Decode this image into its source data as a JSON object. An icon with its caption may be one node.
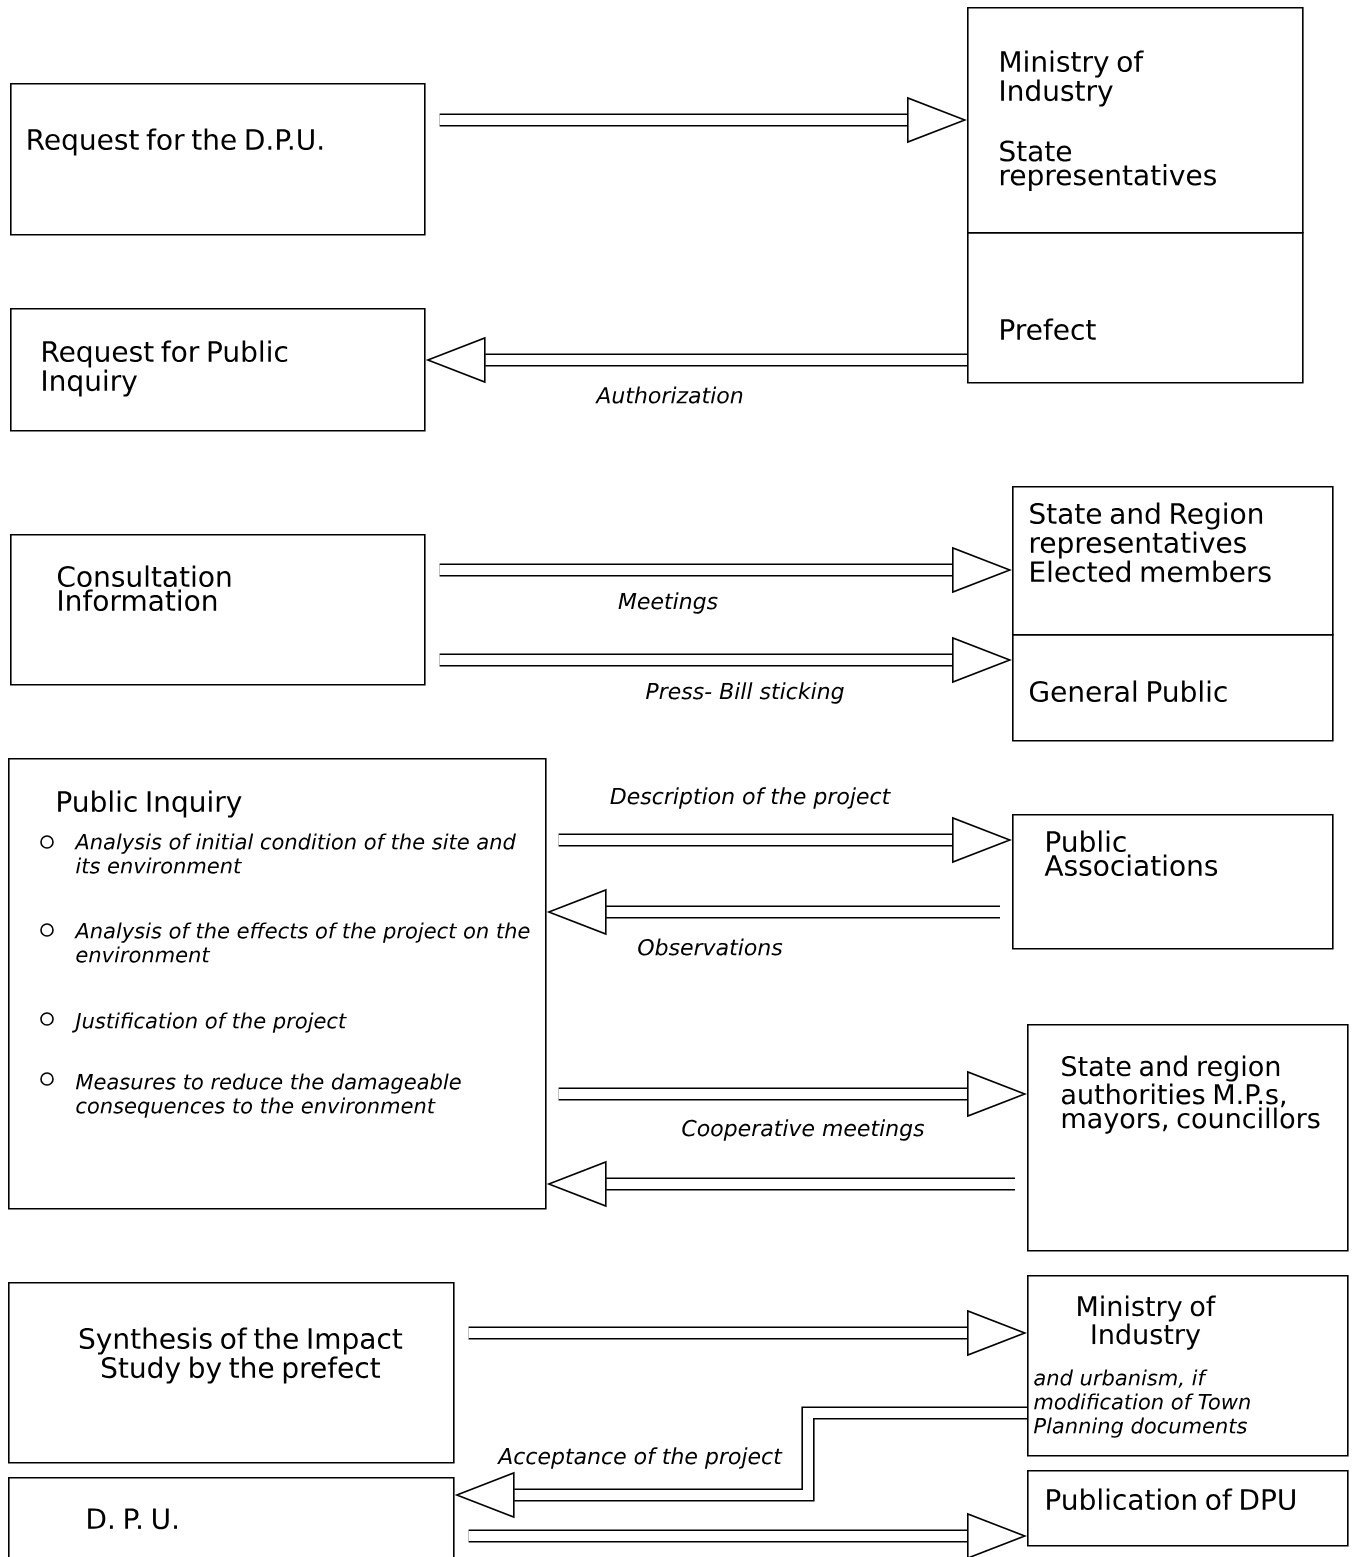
{
  "diagram": {
    "nodes": [
      {
        "text": [
          "Request for the D.P.U."
        ]
      },
      {
        "text": [
          "Ministry of Industry",
          "State representatives"
        ]
      },
      {
        "text": [
          "Prefect"
        ]
      },
      {
        "text": [
          "Request for Public Inquiry"
        ]
      },
      {
        "text": [
          "Consultation Information"
        ]
      },
      {
        "text": [
          "State and Region representatives Elected members"
        ]
      },
      {
        "text": [
          "General Public"
        ]
      },
      {
        "text": [
          "Public Inquiry",
          "Analysis of initial condition of the site and its environment",
          "Analysis of the effects of the project on the environment",
          "Justification of the project",
          "Measures to reduce the damageable consequences to the environment"
        ]
      },
      {
        "text": [
          "Public Associations"
        ]
      },
      {
        "text": [
          "State and region authorities M.P.s, mayors, councillors"
        ]
      },
      {
        "text": [
          "Synthesis of the Impact Study by the prefect"
        ]
      },
      {
        "text": [
          "Ministry of Industry",
          "and urbanism, if modification of Town Planning documents"
        ]
      },
      {
        "text": [
          "D. P. U."
        ]
      },
      {
        "text": [
          "Publication of DPU"
        ]
      }
    ],
    "edges": [
      {
        "from": 0,
        "to": 1,
        "arrow": "to"
      },
      {
        "from": 2,
        "to": 3,
        "arrow": "to",
        "label": "Authorization"
      },
      {
        "from": 4,
        "to": 5,
        "arrow": "to",
        "label": "Meetings"
      },
      {
        "from": 4,
        "to": 6,
        "arrow": "to",
        "label": "Press- Bill sticking"
      },
      {
        "from": 7,
        "to": 8,
        "arrow": "to",
        "label": "Description of the project"
      },
      {
        "from": 8,
        "to": 7,
        "arrow": "to",
        "label": "Observations"
      },
      {
        "from": 7,
        "to": 9,
        "arrow": "to",
        "label": "Cooperative meetings"
      },
      {
        "from": 9,
        "to": 7,
        "arrow": "to"
      },
      {
        "from": 10,
        "to": 11,
        "arrow": "to"
      },
      {
        "from": 11,
        "to": 12,
        "arrow": "to",
        "label": "Acceptance of the project"
      },
      {
        "from": 12,
        "to": 13,
        "arrow": "to"
      }
    ]
  }
}
